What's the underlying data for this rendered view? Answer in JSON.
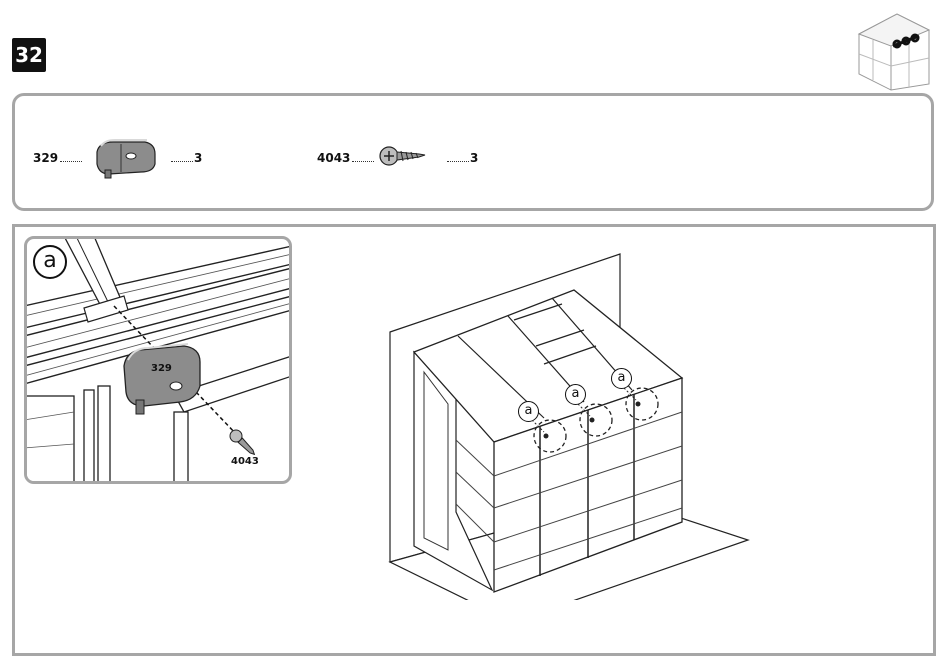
{
  "step": {
    "number": "32"
  },
  "parts": [
    {
      "id": "329",
      "qty": "3"
    },
    {
      "id": "4043",
      "qty": "3"
    }
  ],
  "detail": {
    "label": "a",
    "part_label": "329",
    "screw_label": "4043"
  },
  "main": {
    "callouts": [
      "a",
      "a",
      "a"
    ]
  },
  "colors": {
    "frame": "#a6a6a6",
    "clip": "#8c8c8c",
    "ink": "#111111"
  },
  "icons": [
    "step-thumbnail-icon",
    "clip-part-icon",
    "screw-part-icon",
    "greenhouse-illustration"
  ]
}
